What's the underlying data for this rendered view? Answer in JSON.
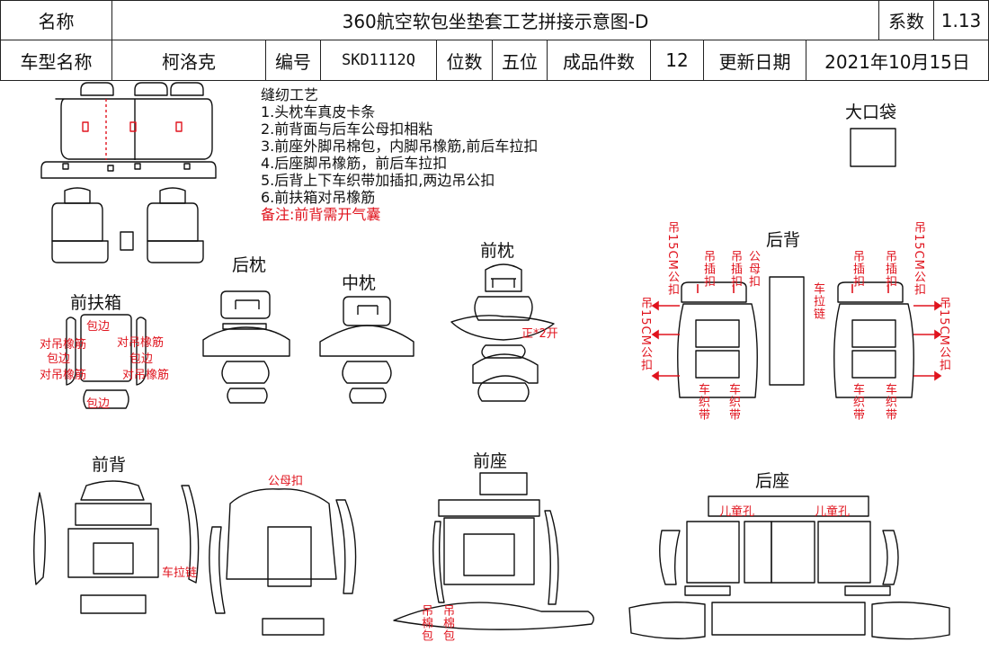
{
  "header": {
    "name_label": "名称",
    "title": "360航空软包坐垫套工艺拼接示意图-D",
    "coef_label": "系数",
    "coef_value": "1.13",
    "model_label": "车型名称",
    "model_value": "柯洛克",
    "code_label": "编号",
    "code_value": "SKD1112Q",
    "seat_label": "位数",
    "seat_value": "五位",
    "pieces_label": "成品件数",
    "pieces_value": "12",
    "date_label": "更新日期",
    "date_value": "2021年10月15日"
  },
  "notes": {
    "title": "缝纫工艺",
    "items": [
      "1.头枕车真皮卡条",
      "2.前背面与后车公母扣相粘",
      "3.前座外脚吊棉包，内脚吊橡筋,前后车拉扣",
      "4.后座脚吊橡筋，前后车拉扣",
      "5.后背上下车织带加插扣,两边吊公扣",
      "6.前扶箱对吊橡筋"
    ],
    "remark": "备注:前背需开气囊"
  },
  "sections": {
    "big_pocket": "大口袋",
    "rear_headrest": "后枕",
    "middle_headrest": "中枕",
    "front_headrest": "前枕",
    "front_armrest": "前扶箱",
    "rear_back": "后背",
    "front_back": "前背",
    "front_seat": "前座",
    "rear_seat": "后座"
  },
  "annotations": {
    "wrap_edge": "包边",
    "pair_elastic": "对吊橡筋",
    "front_x2_open": "正*2开",
    "hang_15cm_buckle": "吊15CM公扣",
    "hang_buckle": "吊插扣",
    "male_buckle": "公母扣",
    "zipper": "车拉链",
    "webbing": "车织带",
    "male_female": "公母扣",
    "child_hole": "儿童孔",
    "hang_cotton": "吊棉包"
  },
  "colors": {
    "red": "#e0141e",
    "line": "#111111",
    "watermark": "#c7a9d9"
  }
}
